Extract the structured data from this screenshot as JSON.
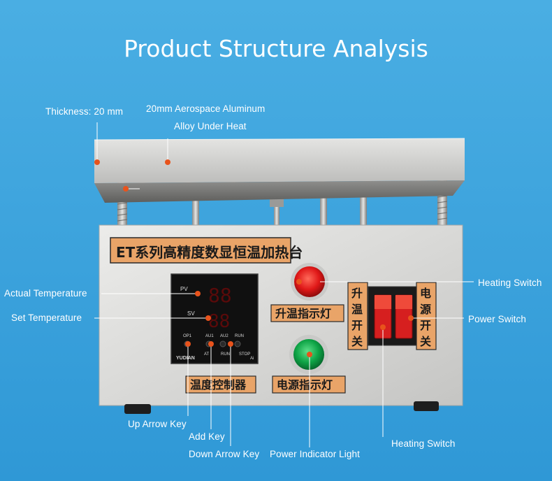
{
  "title": "Product Structure Analysis",
  "product": {
    "nameplate": "ET系列高精度数显恒温加热台",
    "controller_label": "温度控制器",
    "heat_indicator_label": "升温指示灯",
    "power_indicator_label": "电源指示灯",
    "heat_switch_chars": [
      "升",
      "温",
      "开",
      "关"
    ],
    "power_switch_chars": [
      "电",
      "源",
      "开",
      "关"
    ],
    "controller": {
      "pv_label": "PV",
      "sv_label": "SV",
      "pv_value": "88",
      "sv_value": "88",
      "key_labels_top": [
        "OP1",
        "AU1",
        "AU2",
        "RUN"
      ],
      "key_labels_bottom": [
        "AT",
        "RUN",
        "STOP"
      ],
      "brand": "YUDIAN",
      "corner_mark": "Ai"
    }
  },
  "callouts": {
    "thickness": "Thickness: 20 mm",
    "aluminum_line1": "20mm Aerospace Aluminum",
    "aluminum_line2": "Alloy Under Heat",
    "actual_temperature": "Actual Temperature",
    "set_temperature": "Set Temperature",
    "heating_switch_top": "Heating Switch",
    "power_switch": "Power Switch",
    "up_arrow_key": "Up Arrow Key",
    "add_key": "Add Key",
    "down_arrow_key": "Down Arrow Key",
    "power_indicator_light": "Power Indicator Light",
    "heating_switch_bottom": "Heating Switch"
  },
  "colors": {
    "background": "#3aa2dd",
    "callout_line": "#ffffff",
    "marker": "#e8531c",
    "indicator_red": "#e01818",
    "indicator_green": "#0ea446",
    "sticker": "#e9a468"
  }
}
